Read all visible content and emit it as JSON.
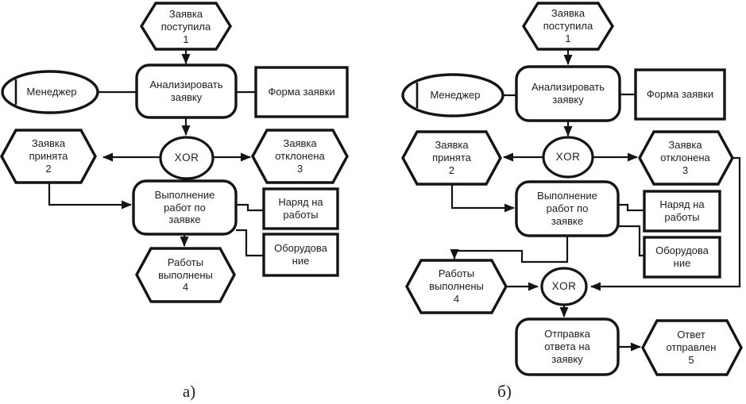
{
  "colors": {
    "line": "#141414",
    "text": "#1d1d1d",
    "background": "#ffffff"
  },
  "diagram_a": {
    "caption": "а)",
    "event_request_received": "Заявка\nпоступила\n1",
    "org_manager": "Менеджер",
    "function_analyze_request": "Анализировать\nзаявку",
    "doc_request_form": "Форма заявки",
    "xor_gate": "XOR",
    "event_request_accepted": "Заявка\nпринята\n2",
    "event_request_rejected": "Заявка\nотклонена\n3",
    "function_execute_work": "Выполнение\nработ по\nзаявке",
    "doc_work_order": "Наряд на\nработы",
    "doc_equipment": "Оборудова\nние",
    "event_work_completed": "Работы\nвыполнены\n4"
  },
  "diagram_b": {
    "caption": "б)",
    "event_request_received": "Заявка\nпоступила\n1",
    "org_manager": "Менеджер",
    "function_analyze_request": "Анализировать\nзаявку",
    "doc_request_form": "Форма заявки",
    "xor_gate": "XOR",
    "event_request_accepted": "Заявка\nпринята\n2",
    "event_request_rejected": "Заявка\nотклонена\n3",
    "function_execute_work": "Выполнение\nработ по\nзаявке",
    "doc_work_order": "Наряд на\nработы",
    "doc_equipment": "Оборудова\nние",
    "event_work_completed": "Работы\nвыполнены\n4",
    "xor_gate_2": "XOR",
    "function_send_reply": "Отправка\nответа на\nзаявку",
    "event_reply_sent": "Ответ\nотправлен\n5"
  }
}
